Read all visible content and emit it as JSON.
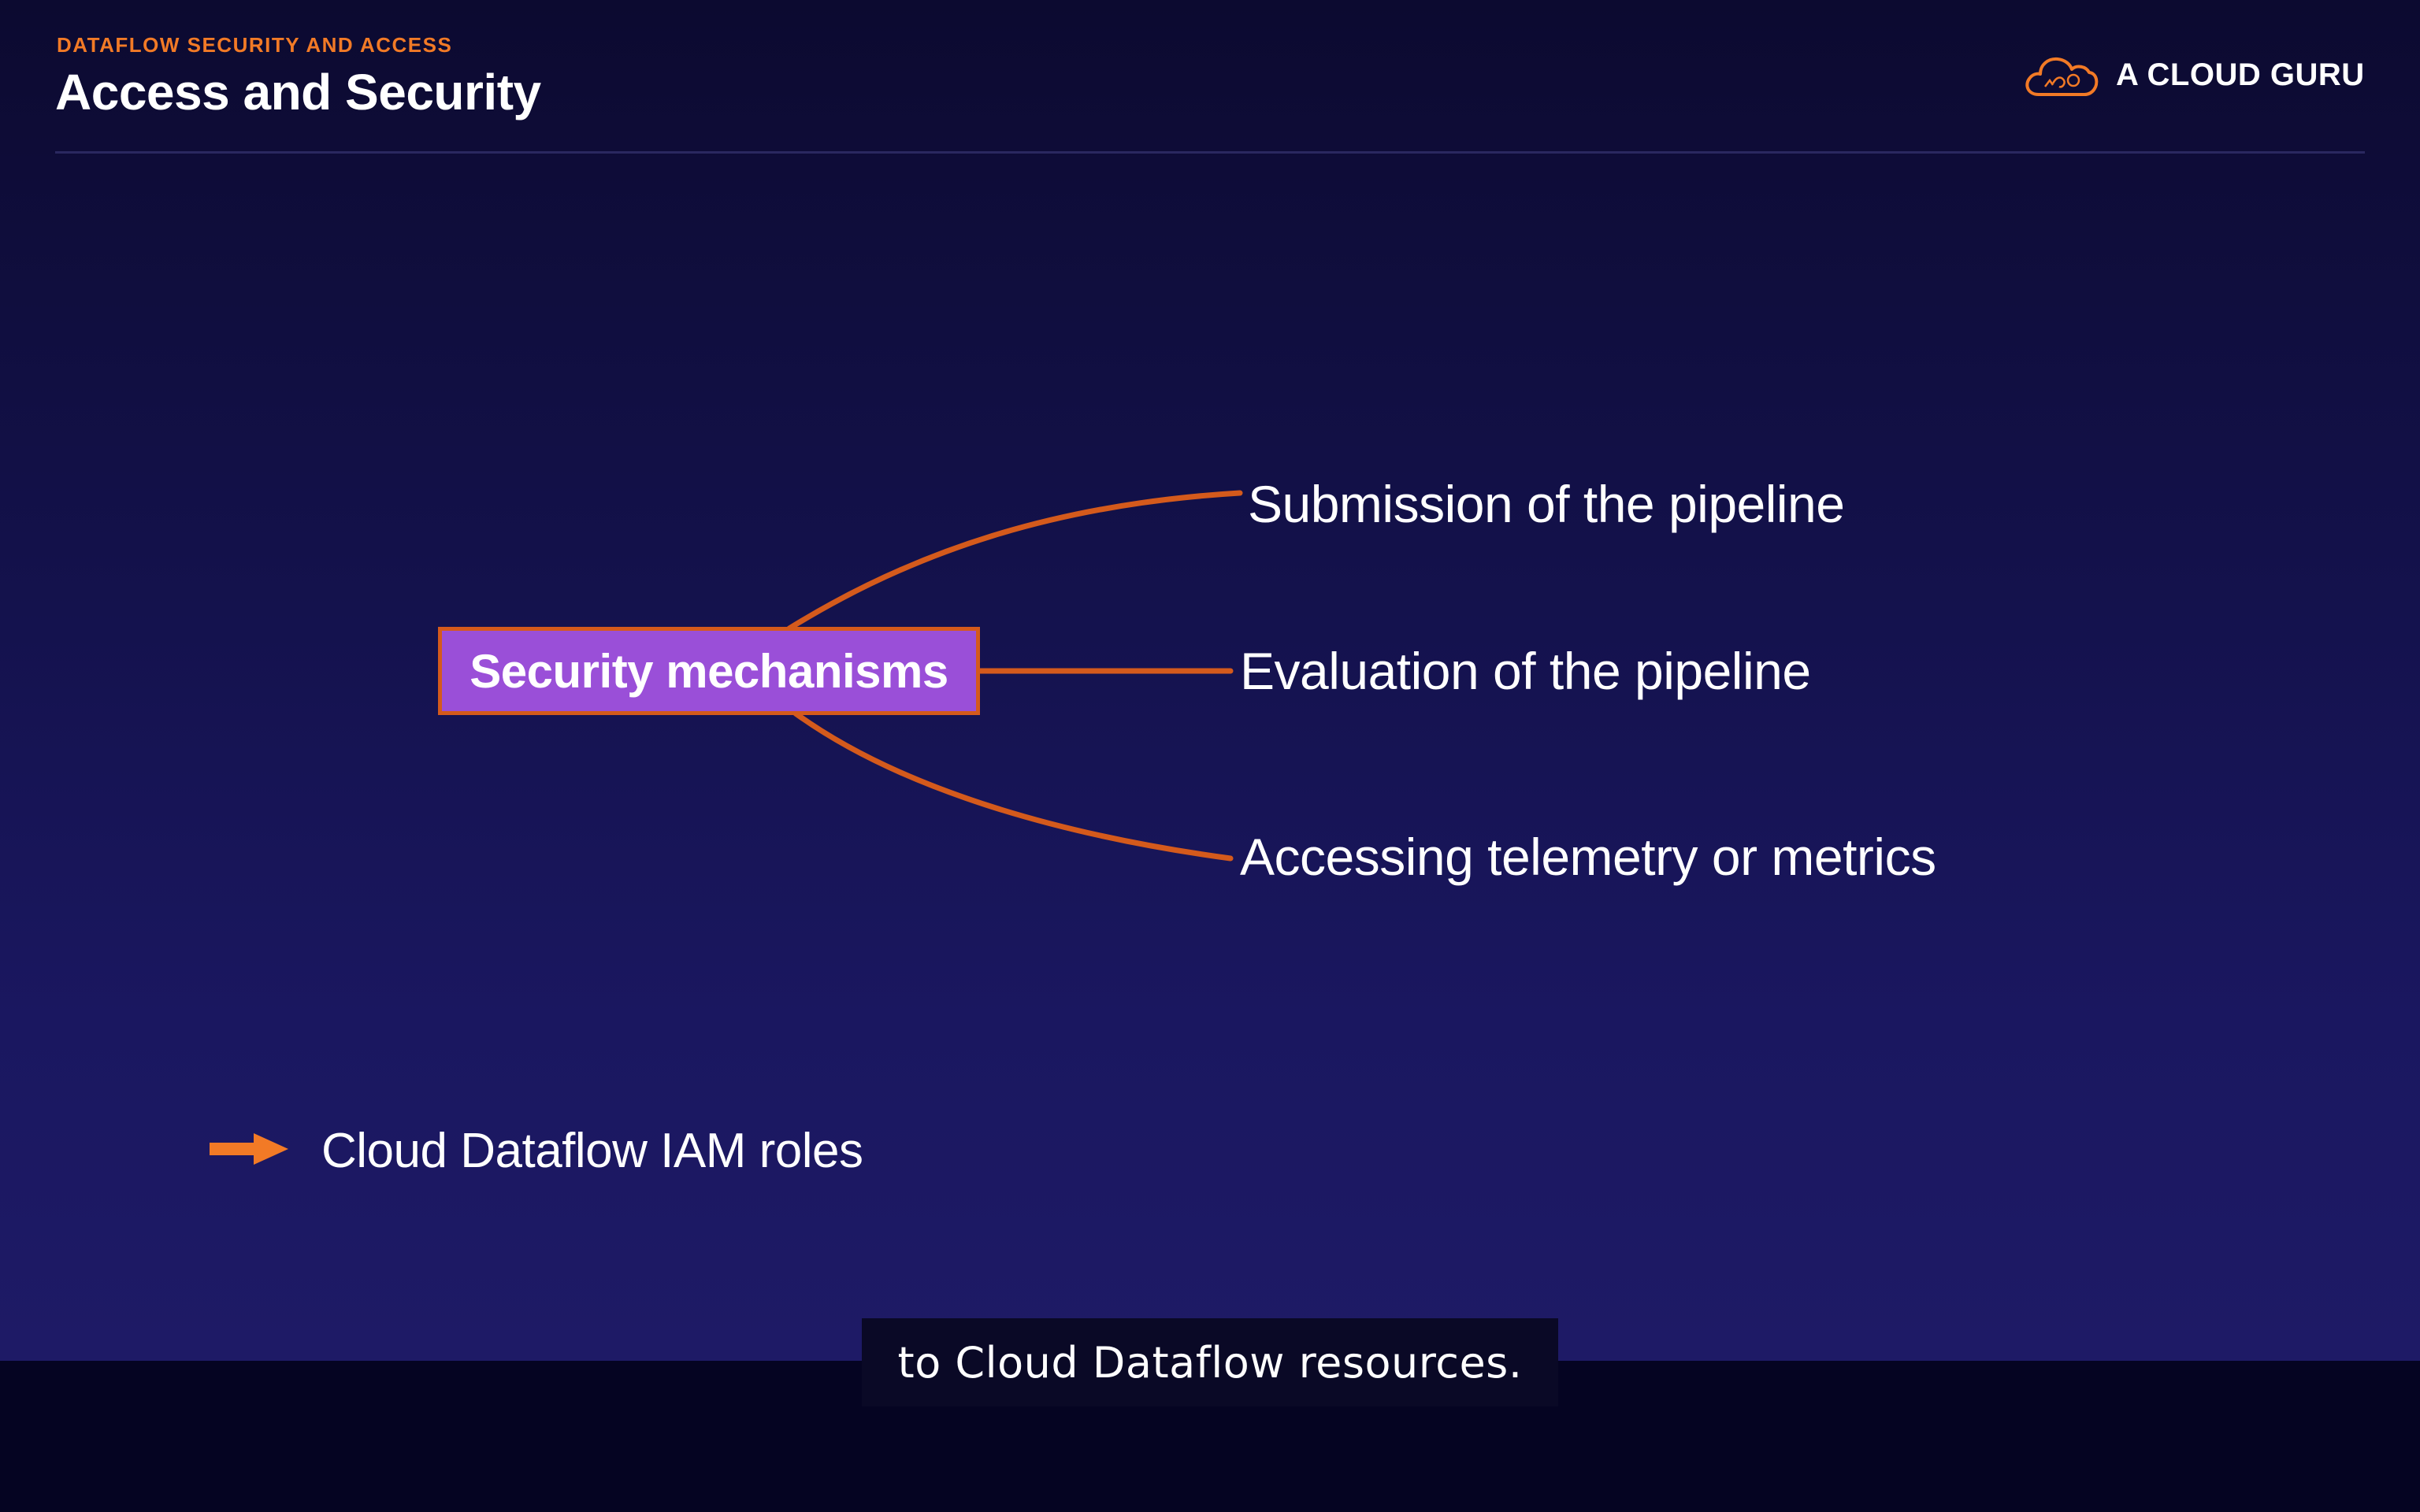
{
  "header": {
    "eyebrow": "DATAFLOW SECURITY AND ACCESS",
    "title": "Access and Security"
  },
  "logo": {
    "text": "A CLOUD GURU",
    "icon": "cloud-icon"
  },
  "diagram": {
    "center": "Security mechanisms",
    "branches": [
      "Submission of the pipeline",
      "Evaluation of the pipeline",
      "Accessing telemetry or metrics"
    ]
  },
  "note": {
    "icon": "arrow-right-icon",
    "label": "Cloud Dataflow IAM roles"
  },
  "caption": {
    "text": "to Cloud Dataflow resources."
  },
  "colors": {
    "accent_orange": "#f27a26",
    "connector_orange": "#d45a1c",
    "box_purple": "#9a4fd8",
    "background_top": "#0c0a30",
    "background_bottom": "#1e1a66"
  }
}
